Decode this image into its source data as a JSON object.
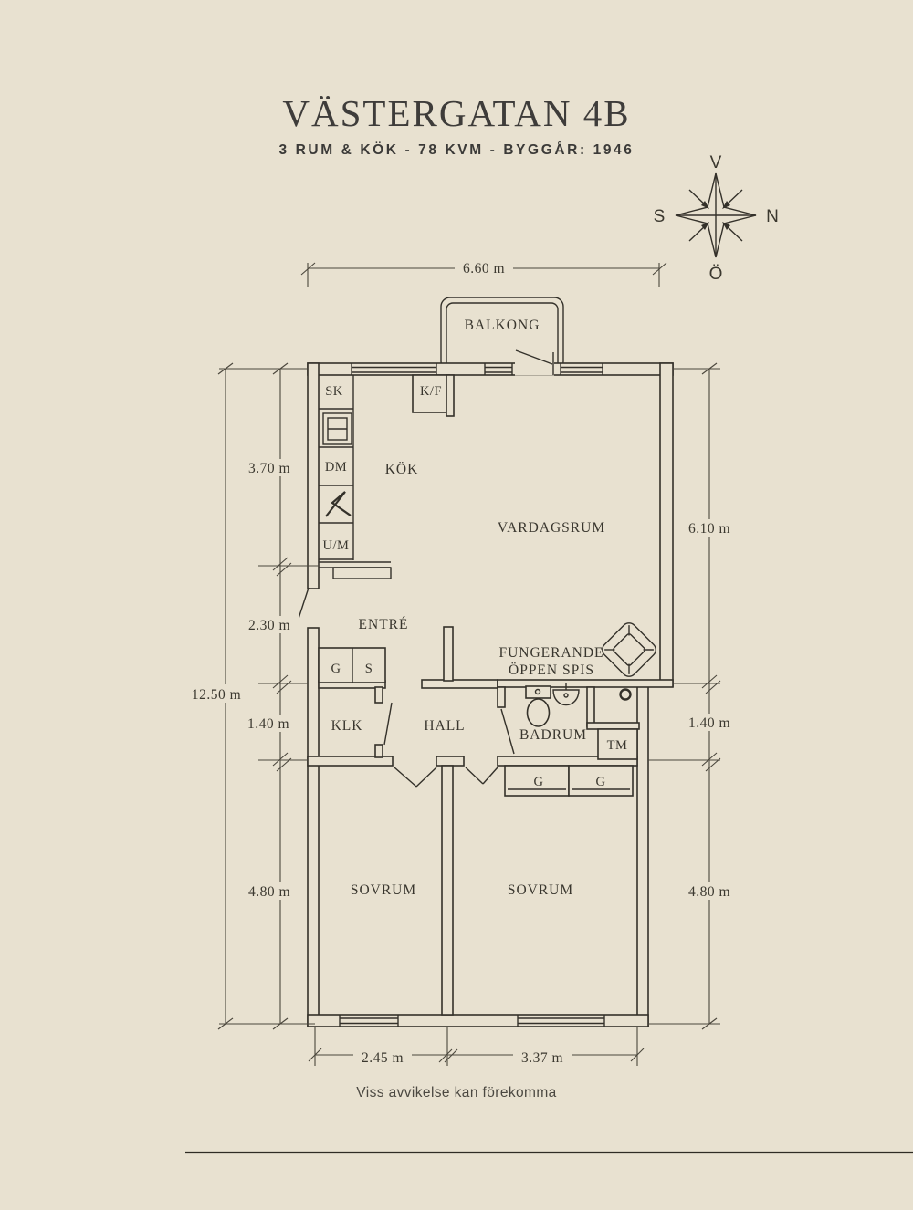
{
  "page": {
    "background": "#e8e1d0",
    "line_color": "#34312a",
    "text_color": "#39362e"
  },
  "header": {
    "title": "VÄSTERGATAN 4B",
    "subtitle": "3 RUM & KÖK  -  78 KVM  -  BYGGÅR: 1946"
  },
  "compass": {
    "top": "V",
    "right": "N",
    "bottom": "Ö",
    "left": "S"
  },
  "rooms": {
    "balkong": "BALKONG",
    "kok": "KÖK",
    "vardagsrum": "VARDAGSRUM",
    "entre": "ENTRÉ",
    "klk": "KLK",
    "hall": "HALL",
    "badrum": "BADRUM",
    "sovrum_left": "SOVRUM",
    "sovrum_right": "SOVRUM",
    "oppen_spis_line1": "FUNGERANDE",
    "oppen_spis_line2": "ÖPPEN SPIS"
  },
  "fixtures": {
    "sk": "SK",
    "kf": "K/F",
    "dm": "DM",
    "um": "U/M",
    "g_entre": "G",
    "s_entre": "S",
    "tm": "TM",
    "g_sovrum_1": "G",
    "g_sovrum_2": "G"
  },
  "dimensions": {
    "top_width": "6.60 m",
    "left_total": "12.50 m",
    "left_kok": "3.70 m",
    "left_entre": "2.30 m",
    "left_hall": "1.40 m",
    "left_sovrum": "4.80 m",
    "right_vardagsrum": "6.10 m",
    "right_hall": "1.40 m",
    "right_sovrum": "4.80 m",
    "bottom_sovrum_left": "2.45 m",
    "bottom_sovrum_right": "3.37 m"
  },
  "footer": {
    "disclaimer": "Viss avvikelse kan förekomma"
  }
}
